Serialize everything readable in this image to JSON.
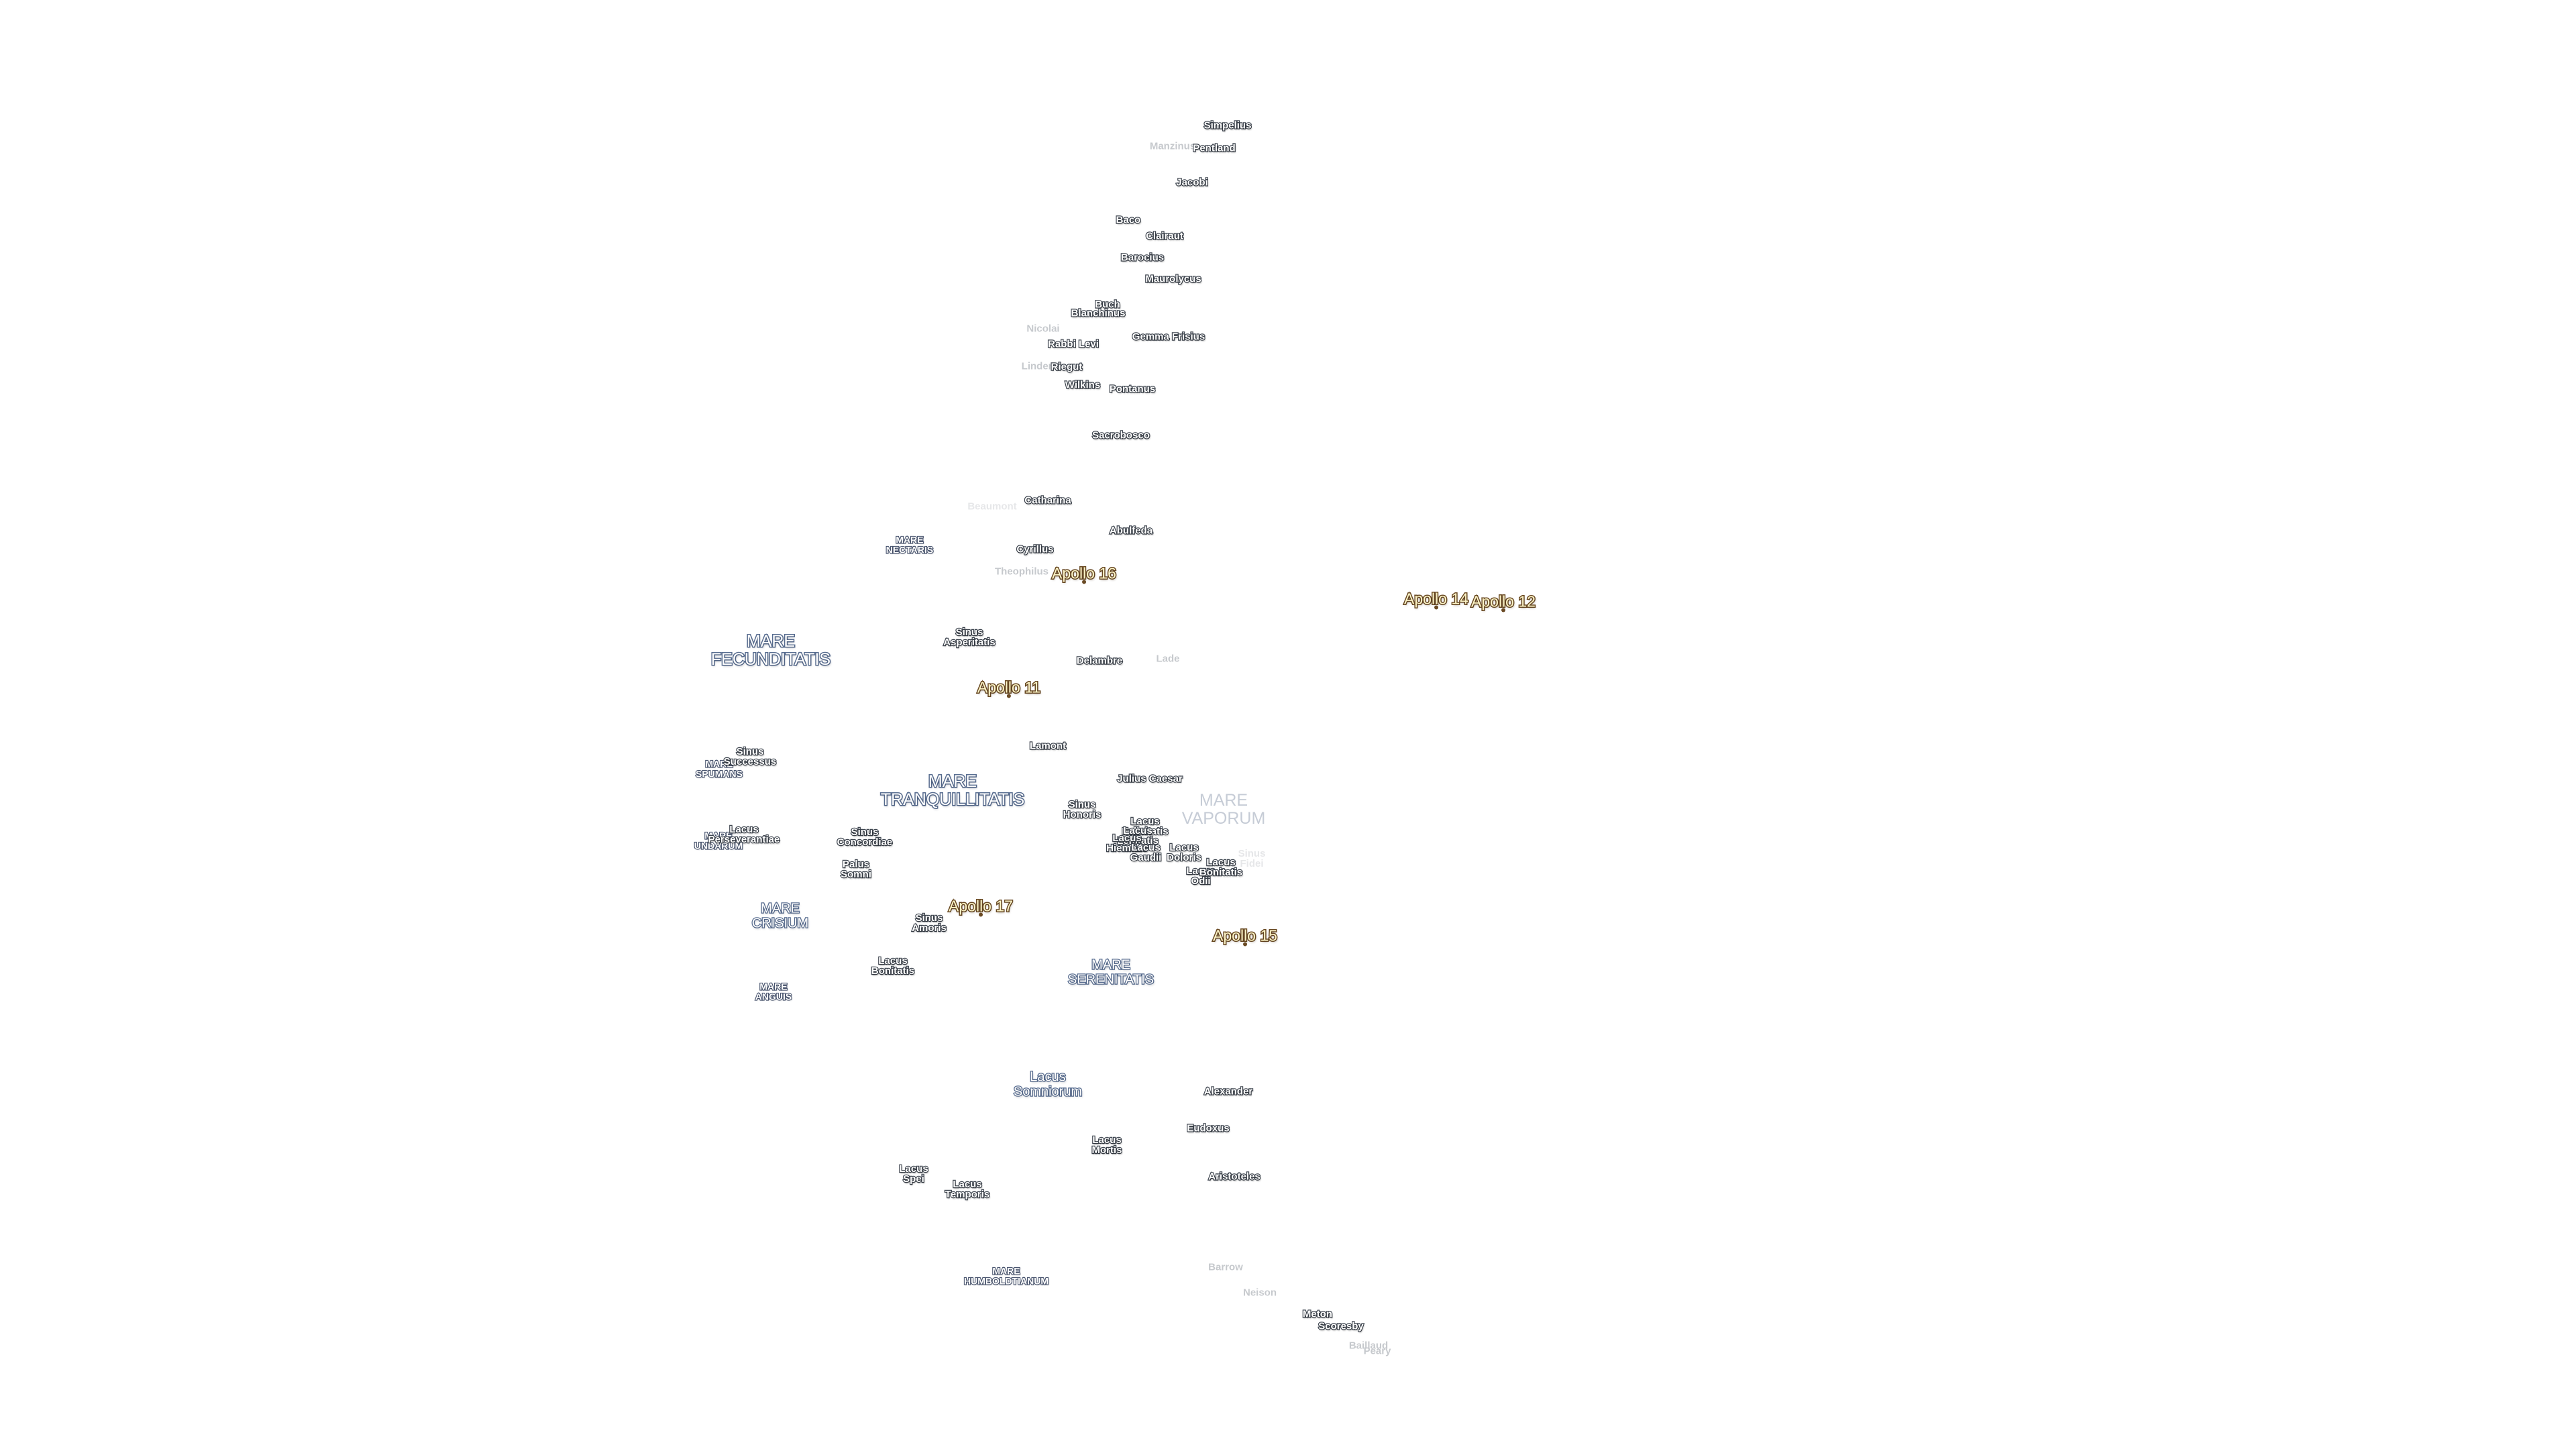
{
  "labels": {
    "apollo": [
      {
        "name": "apollo-16-site",
        "text": "Apollo 16"
      },
      {
        "name": "apollo-14-site",
        "text": "Apollo 14"
      },
      {
        "name": "apollo-12-site",
        "text": "Apollo 12"
      },
      {
        "name": "apollo-11-site",
        "text": "Apollo 11"
      },
      {
        "name": "apollo-17-site",
        "text": "Apollo 17"
      },
      {
        "name": "apollo-15-site",
        "text": "Apollo 15"
      }
    ],
    "seas": {
      "mare_nectaris": "MARE\nNECTARIS",
      "mare_fecunditatis": "MARE\nFECUNDITATIS",
      "mare_tranquillitatis": "MARE\nTRANQUILLITATIS",
      "mare_vaporum": "MARE\nVAPORUM",
      "mare_spumans": "MARE\nSPUMANS",
      "mare_undarum": "MARE\nUNDARUM",
      "mare_crisium": "MARE\nCRISIUM",
      "mare_anguis": "MARE\nANGUIS",
      "mare_serenitatis": "MARE\nSERENITATIS",
      "lacus_somniorum": "Lacus\nSomniorum",
      "mare_humboldtianum": "MARE\nHUMBOLDTIANUM"
    },
    "features": {
      "simpelius": "Simpelius",
      "manzinus": "Manzinus",
      "pentland": "Pentland",
      "jacobi": "Jacobi",
      "baco": "Baco",
      "clairaut": "Clairaut",
      "barocius": "Barocius",
      "maurolycus": "Maurolycus",
      "buch": "Buch",
      "blanchinus": "Blanchinus",
      "nicolai": "Nicolai",
      "rabbi_levi": "Rabbi Levi",
      "gemma_frisius": "Gemma Frisius",
      "lindenau": "Lindenau",
      "riegut": "Riegut",
      "wilkins": "Wilkins",
      "pontanus": "Pontanus",
      "sacrobosco": "Sacrobosco",
      "beaumont": "Beaumont",
      "catharina": "Catharina",
      "abulfeda": "Abulfeda",
      "cyrillus": "Cyrillus",
      "theophilus": "Theophilus",
      "sinus_asperitatis": "Sinus\nAsperitatis",
      "delambre": "Delambre",
      "lade": "Lade",
      "lamont": "Lamont",
      "julius_caesar": "Julius Caesar",
      "sinus_successus": "Sinus\nSuccessus",
      "lacus_perseverantiae": "Lacus\nPerseverantiae",
      "sinus_concordiae": "Sinus\nConcordiae",
      "palus_somni": "Palus\nSomni",
      "sinus_honoris": "Sinus\nHonoris",
      "lacus_felicitatis": "Lacus\nFelicitatis",
      "lacus_lenitatis": "Lacus\nLenitatis",
      "lacus_hiemalis": "Lacus\nHiemalis",
      "lacus_gaudii": "Lacus\nGaudii",
      "lacus_doloris": "Lacus\nDoloris",
      "lacus_odii": "Lacus\nOdii",
      "lacus_bonitatis_minor": "Lacus\nBonitatis",
      "sinus_fidei": "Sinus\nFidei",
      "sinus_amoris": "Sinus\nAmoris",
      "lacus_bonitatis": "Lacus\nBonitatis",
      "alexander": "Alexander",
      "eudoxus": "Eudoxus",
      "lacus_mortis": "Lacus\nMortis",
      "lacus_spei": "Lacus\nSpei",
      "lacus_temporis": "Lacus\nTemporis",
      "aristoteles": "Aristoteles",
      "barrow": "Barrow",
      "neison": "Neison",
      "meton": "Meton",
      "scoresby": "Scoresby",
      "baillaud": "Baillaud",
      "peary": "Peary"
    }
  }
}
